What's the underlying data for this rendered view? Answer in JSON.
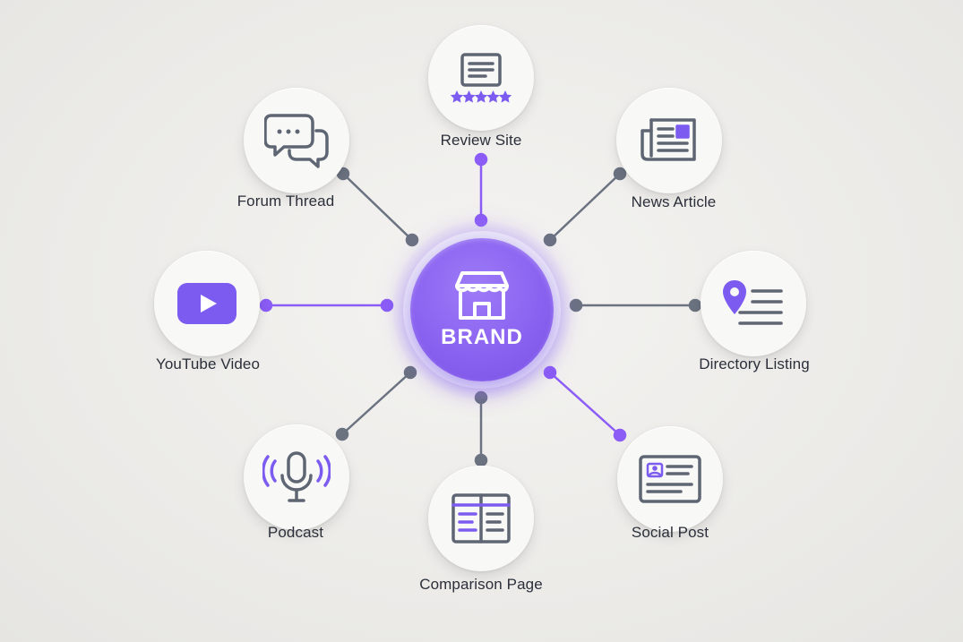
{
  "hub": {
    "label": "BRAND",
    "icon": "storefront-icon"
  },
  "colors": {
    "accent": "#8b5cf6",
    "neutral": "#6b7280",
    "icon": "#5f6673",
    "hub": "#8a62f0"
  },
  "nodes": [
    {
      "id": "review-site",
      "label": "Review Site",
      "icon": "review-stars-icon",
      "highlighted": true
    },
    {
      "id": "news-article",
      "label": "News Article",
      "icon": "newspaper-icon",
      "highlighted": false
    },
    {
      "id": "directory-listing",
      "label": "Directory Listing",
      "icon": "map-pin-list-icon",
      "highlighted": false
    },
    {
      "id": "social-post",
      "label": "Social Post",
      "icon": "profile-card-icon",
      "highlighted": true
    },
    {
      "id": "comparison-page",
      "label": "Comparison Page",
      "icon": "comparison-table-icon",
      "highlighted": false
    },
    {
      "id": "podcast",
      "label": "Podcast",
      "icon": "microphone-icon",
      "highlighted": false
    },
    {
      "id": "youtube-video",
      "label": "YouTube Video",
      "icon": "play-button-icon",
      "highlighted": true
    },
    {
      "id": "forum-thread",
      "label": "Forum Thread",
      "icon": "chat-bubbles-icon",
      "highlighted": false
    }
  ]
}
